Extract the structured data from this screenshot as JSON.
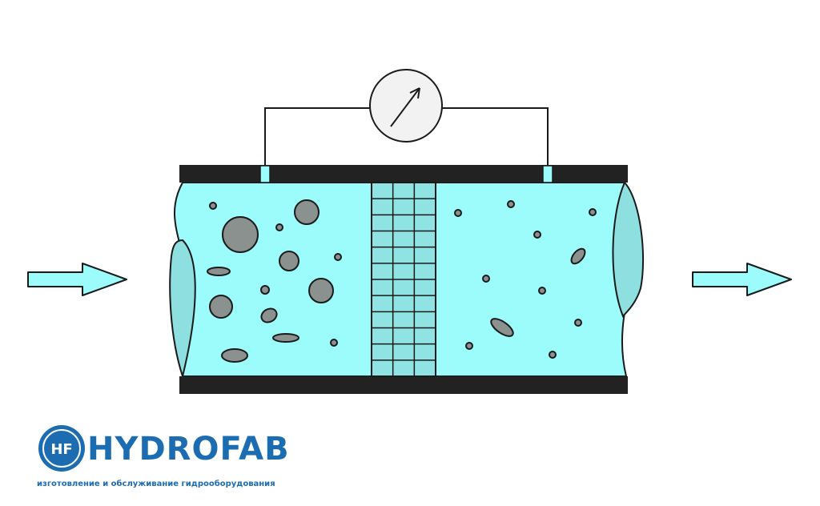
{
  "diagram": {
    "colors": {
      "fluid": "#9cfbfb",
      "fluid_end": "#8ee0e0",
      "pipe_wall": "#222222",
      "particle": "#8a918f",
      "outline": "#1a1a1a",
      "filter_cell": "#8fe3e3",
      "electrode": "#9cfbfb",
      "gauge_face": "#f2f2f2"
    },
    "components": [
      {
        "name": "inlet-arrow",
        "icon": "arrow-right-icon"
      },
      {
        "name": "pipe-section",
        "icon": "pipe"
      },
      {
        "name": "filter-element",
        "icon": "grid-mesh"
      },
      {
        "name": "differential-pressure-gauge",
        "icon": "gauge-icon"
      },
      {
        "name": "outlet-arrow",
        "icon": "arrow-right-icon"
      }
    ]
  },
  "logo": {
    "badge": "HF",
    "wordmark": "HYDROFAB",
    "tagline": "изготовление и обслуживание гидрооборудования",
    "color": "#1c6cb1"
  }
}
